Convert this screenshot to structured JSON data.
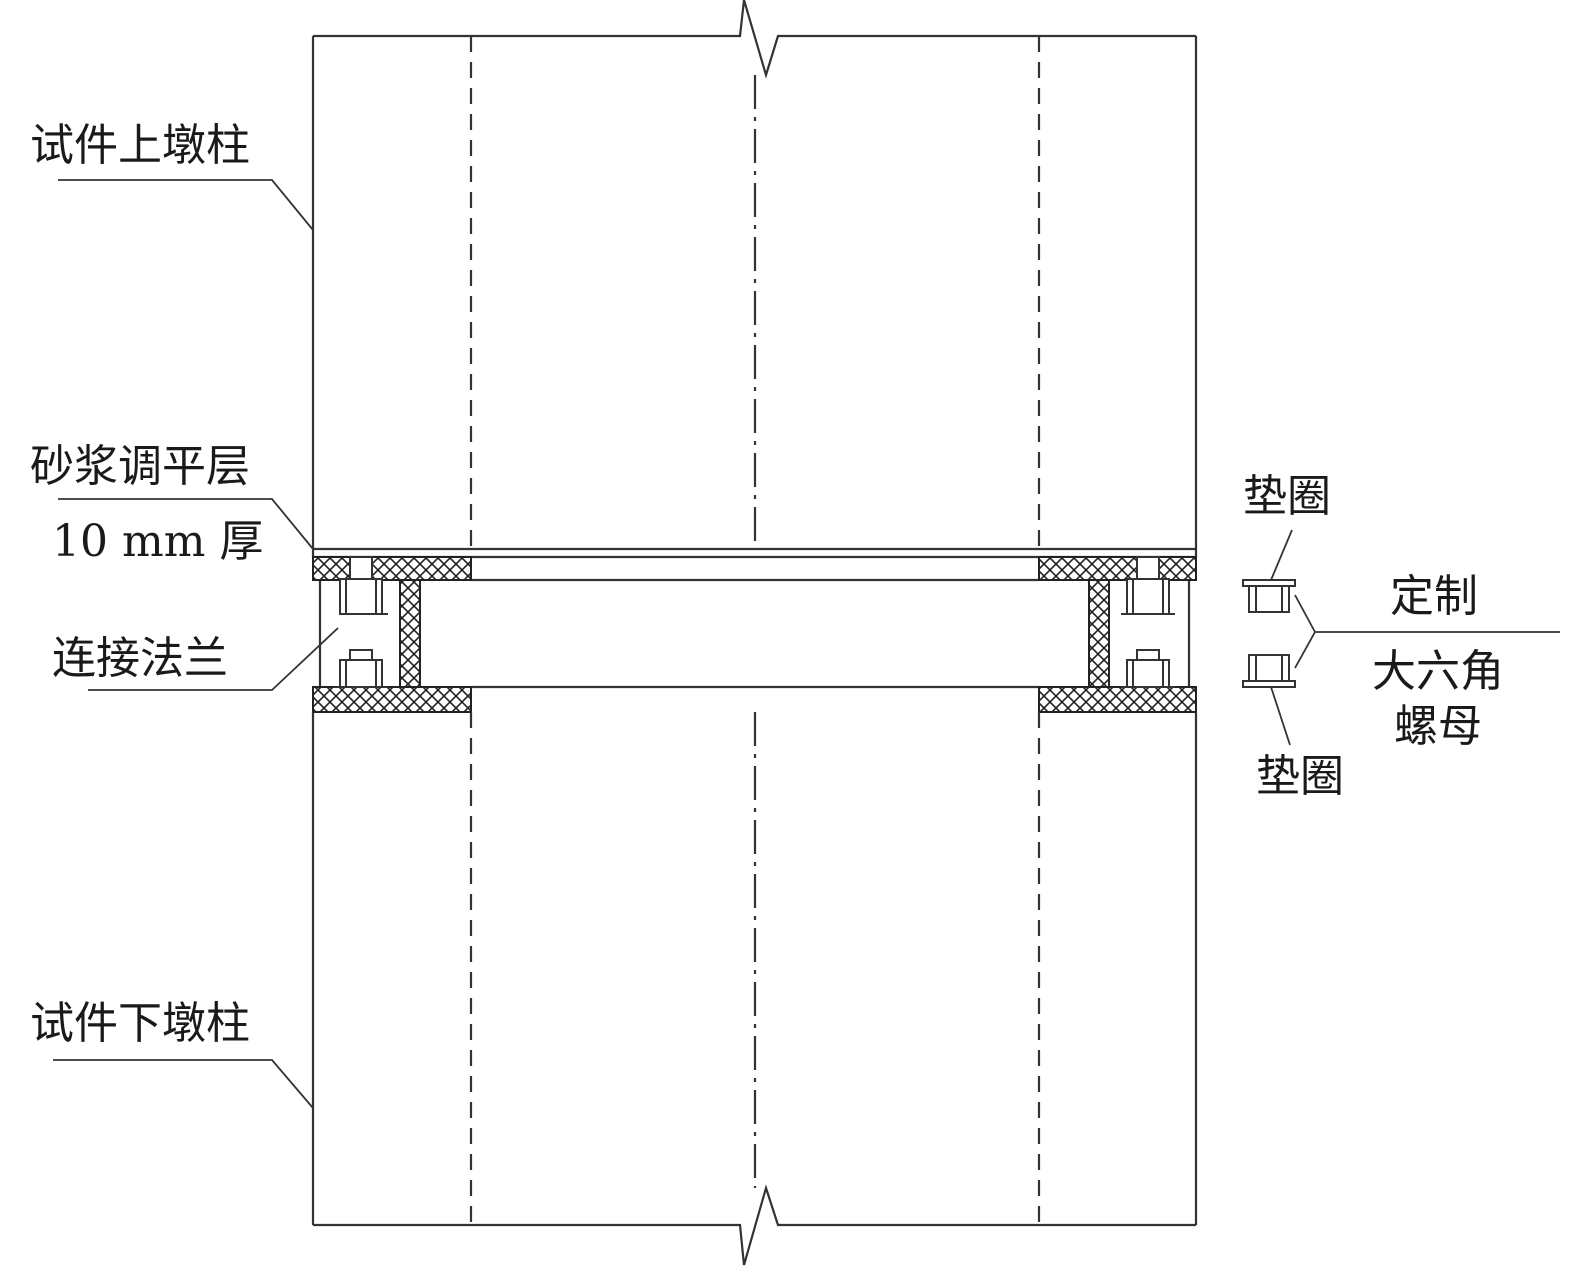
{
  "labels": {
    "upper_pier": "试件上墩柱",
    "mortar_layer_line1": "砂浆调平层",
    "mortar_layer_line2": "10 mm 厚",
    "flange": "连接法兰",
    "lower_pier": "试件下墩柱",
    "washer_top": "垫圈",
    "washer_bottom": "垫圈",
    "custom": "定制",
    "nut_line1": "大六角",
    "nut_line2": "螺母"
  },
  "colors": {
    "line": "#333333",
    "hatch": "#222222",
    "background": "#ffffff"
  }
}
